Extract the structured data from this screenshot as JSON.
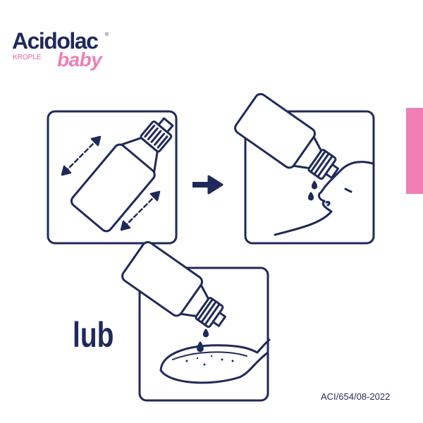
{
  "logo": {
    "brand": "Acidolac",
    "registered": "®",
    "subtitle": "KROPLE",
    "variant": "baby"
  },
  "instruction": {
    "or_label": "lub"
  },
  "footer": {
    "code": "ACI/654/08-2022"
  },
  "colors": {
    "navy": "#1f2a5a",
    "pink": "#ef7fb5"
  }
}
